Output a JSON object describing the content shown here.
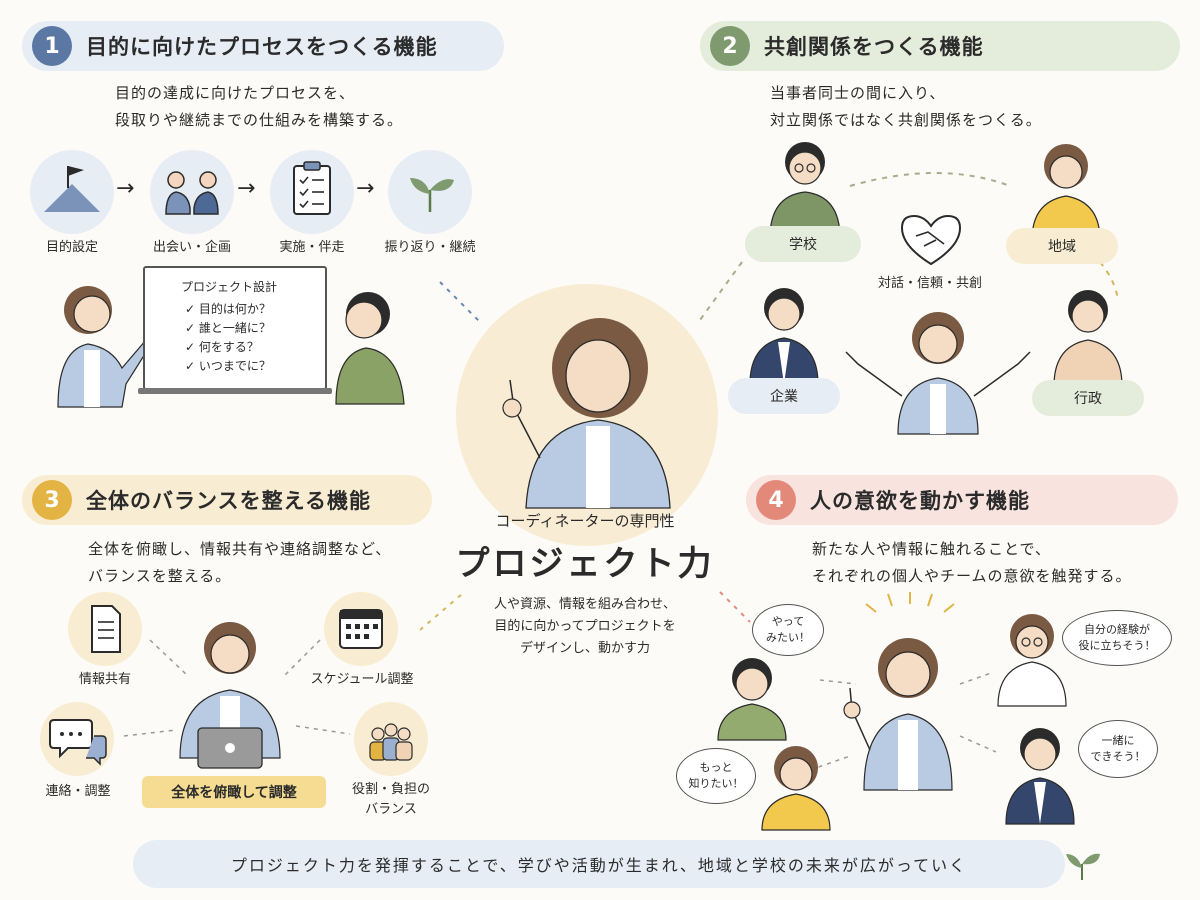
{
  "colors": {
    "bg": "#fcfbf7",
    "blue": "#5b77a3",
    "green": "#7e9a6e",
    "yellow": "#e3b443",
    "red": "#e3897a",
    "blue_tint": "#e6edf5",
    "green_tint": "#e4ecdc",
    "yellow_tint": "#f8edd2",
    "red_tint": "#f8e3df",
    "center_tint": "#f9ecd4"
  },
  "sections": [
    {
      "number": "1",
      "title": "目的に向けたプロセスをつくる機能",
      "desc_lines": [
        "目的の達成に向けたプロセスを、",
        "段取りや継続までの仕組みを構築する。"
      ],
      "steps": [
        {
          "label": "目的設定",
          "icon": "flag-mountain-icon"
        },
        {
          "label": "出会い・企画",
          "icon": "meeting-people-icon"
        },
        {
          "label": "実施・伴走",
          "icon": "checklist-clipboard-icon"
        },
        {
          "label": "振り返り・継続",
          "icon": "sprout-icon"
        }
      ],
      "board": {
        "title": "プロジェクト設計",
        "items": [
          "目的は何か？",
          "誰と一緒に？",
          "何をする？",
          "いつまでに？"
        ]
      }
    },
    {
      "number": "2",
      "title": "共創関係をつくる機能",
      "desc_lines": [
        "当事者同士の間に入り、",
        "対立関係ではなく共創関係をつくる。"
      ],
      "stakeholders": [
        "学校",
        "地域",
        "企業",
        "行政"
      ],
      "center_label": "対話・信頼・共創"
    },
    {
      "number": "3",
      "title": "全体のバランスを整える機能",
      "desc_lines": [
        "全体を俯瞰し、情報共有や連絡調整など、",
        "バランスを整える。"
      ],
      "items": [
        "情報共有",
        "スケジュール調整",
        "連絡・調整",
        "役割・負担の",
        "バランス"
      ],
      "center_pill": "全体を俯瞰して調整"
    },
    {
      "number": "4",
      "title": "人の意欲を動かす機能",
      "desc_lines": [
        "新たな人や情報に触れることで、",
        "それぞれの個人やチームの意欲を触発する。"
      ],
      "bubbles": [
        [
          "やって",
          "みたい！"
        ],
        [
          "自分の経験が",
          "役に立ちそう！"
        ],
        [
          "もっと",
          "知りたい！"
        ],
        [
          "一緒に",
          "できそう！"
        ]
      ]
    }
  ],
  "center": {
    "subtitle": "コーディネーターの専門性",
    "title": "プロジェクト力",
    "desc_lines": [
      "人や資源、情報を組み合わせ、",
      "目的に向かってプロジェクトを",
      "デザインし、動かす力"
    ]
  },
  "footer": {
    "text": "プロジェクト力を発揮することで、学びや活動が生まれ、地域と学校の未来が広がっていく",
    "icon": "sprout-icon"
  }
}
